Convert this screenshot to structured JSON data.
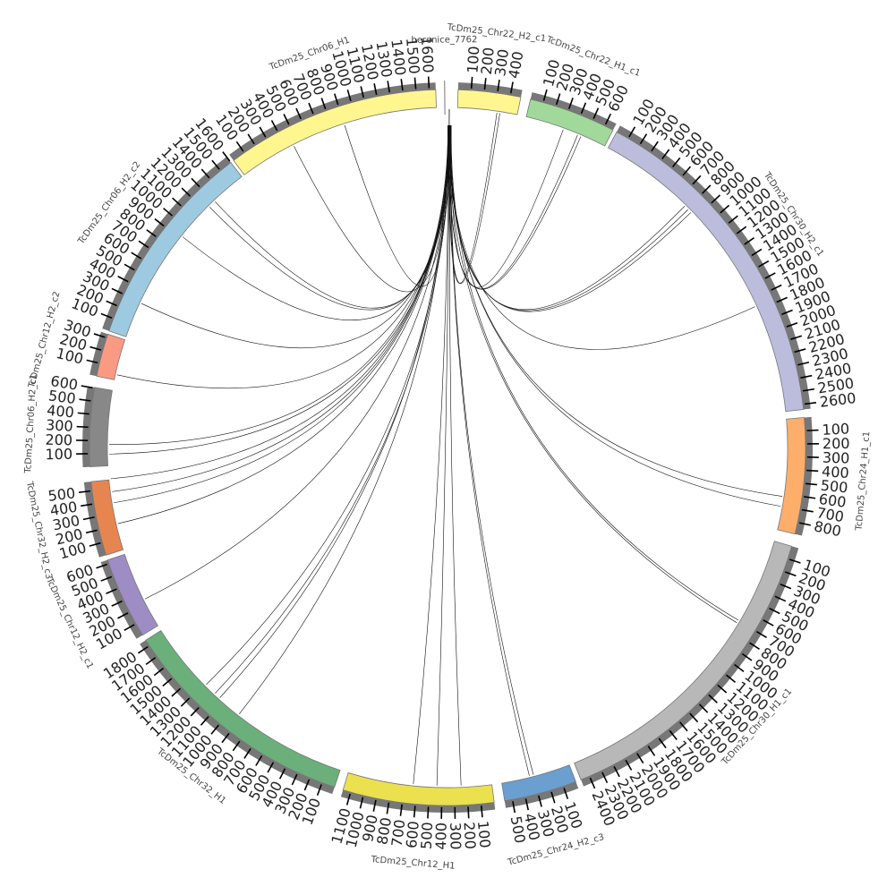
{
  "title": "Circos synteny plot",
  "tick_step": 100,
  "segments": [
    {
      "name": "berenice_7762",
      "length": 10,
      "color": "#ffffff"
    },
    {
      "name": "TcDm25_Chr22_H2_c1",
      "length": 480,
      "color": "#fff68f"
    },
    {
      "name": "TcDm25_Chr22_H1_c1",
      "length": 670,
      "color": "#a1d99b"
    },
    {
      "name": "TcDm25_Chr30_H2_c1",
      "length": 2640,
      "color": "#bcbddc"
    },
    {
      "name": "TcDm25_Chr24_H1_c1",
      "length": 890,
      "color": "#fdae6b"
    },
    {
      "name": "TcDm25_Chr30_H1_c1",
      "length": 2470,
      "color": "#b8b8b8"
    },
    {
      "name": "TcDm25_Chr24_H2_c3",
      "length": 560,
      "color": "#6a9fcf"
    },
    {
      "name": "TcDm25_Chr12_H1",
      "length": 1160,
      "color": "#ebe04e"
    },
    {
      "name": "TcDm25_Chr32_H1",
      "length": 1850,
      "color": "#6baf7b"
    },
    {
      "name": "TcDm25_Chr12_H2_c1",
      "length": 630,
      "color": "#9e8cc4"
    },
    {
      "name": "TcDm25_Chr32_H2_c3",
      "length": 570,
      "color": "#e6854f"
    },
    {
      "name": "TcDm25_Chr06_H2_c1",
      "length": 605,
      "color": "#888888"
    },
    {
      "name": "TcDm25_Chr12_H2_c2",
      "length": 330,
      "color": "#fb9a83"
    },
    {
      "name": "TcDm25_Chr06_H2_c2",
      "length": 1600,
      "color": "#9ecae1"
    },
    {
      "name": "TcDm25_Chr06_H1",
      "length": 1650,
      "color": "#fff68f"
    }
  ],
  "links": [
    {
      "to": 342.3
    },
    {
      "to": 333.0
    },
    {
      "to": 316.6
    },
    {
      "to": 315.3
    },
    {
      "to": 308.5
    },
    {
      "to": 295.2
    },
    {
      "to": 282.4
    },
    {
      "to": 268.9
    },
    {
      "to": 270.5
    },
    {
      "to": 264.7
    },
    {
      "to": 262.5
    },
    {
      "to": 260.6
    },
    {
      "to": 257.0
    },
    {
      "to": 243.4
    },
    {
      "to": 225.5
    },
    {
      "to": 223.4
    },
    {
      "to": 222.3
    },
    {
      "to": 218.0
    },
    {
      "to": 185.8
    },
    {
      "to": 181.8
    },
    {
      "to": 177.7
    },
    {
      "to": 166.0
    },
    {
      "to": 165.3
    },
    {
      "to": 120.7
    },
    {
      "to": 121.2
    },
    {
      "to": 98.3
    },
    {
      "to": 100.0
    },
    {
      "to": 65.4
    },
    {
      "to": 44.5
    },
    {
      "to": 45.3
    },
    {
      "to": 46.0
    },
    {
      "to": 20.0
    },
    {
      "to": 23.2
    },
    {
      "to": 22.6
    },
    {
      "to": 8.4
    },
    {
      "to": 8.9
    }
  ]
}
